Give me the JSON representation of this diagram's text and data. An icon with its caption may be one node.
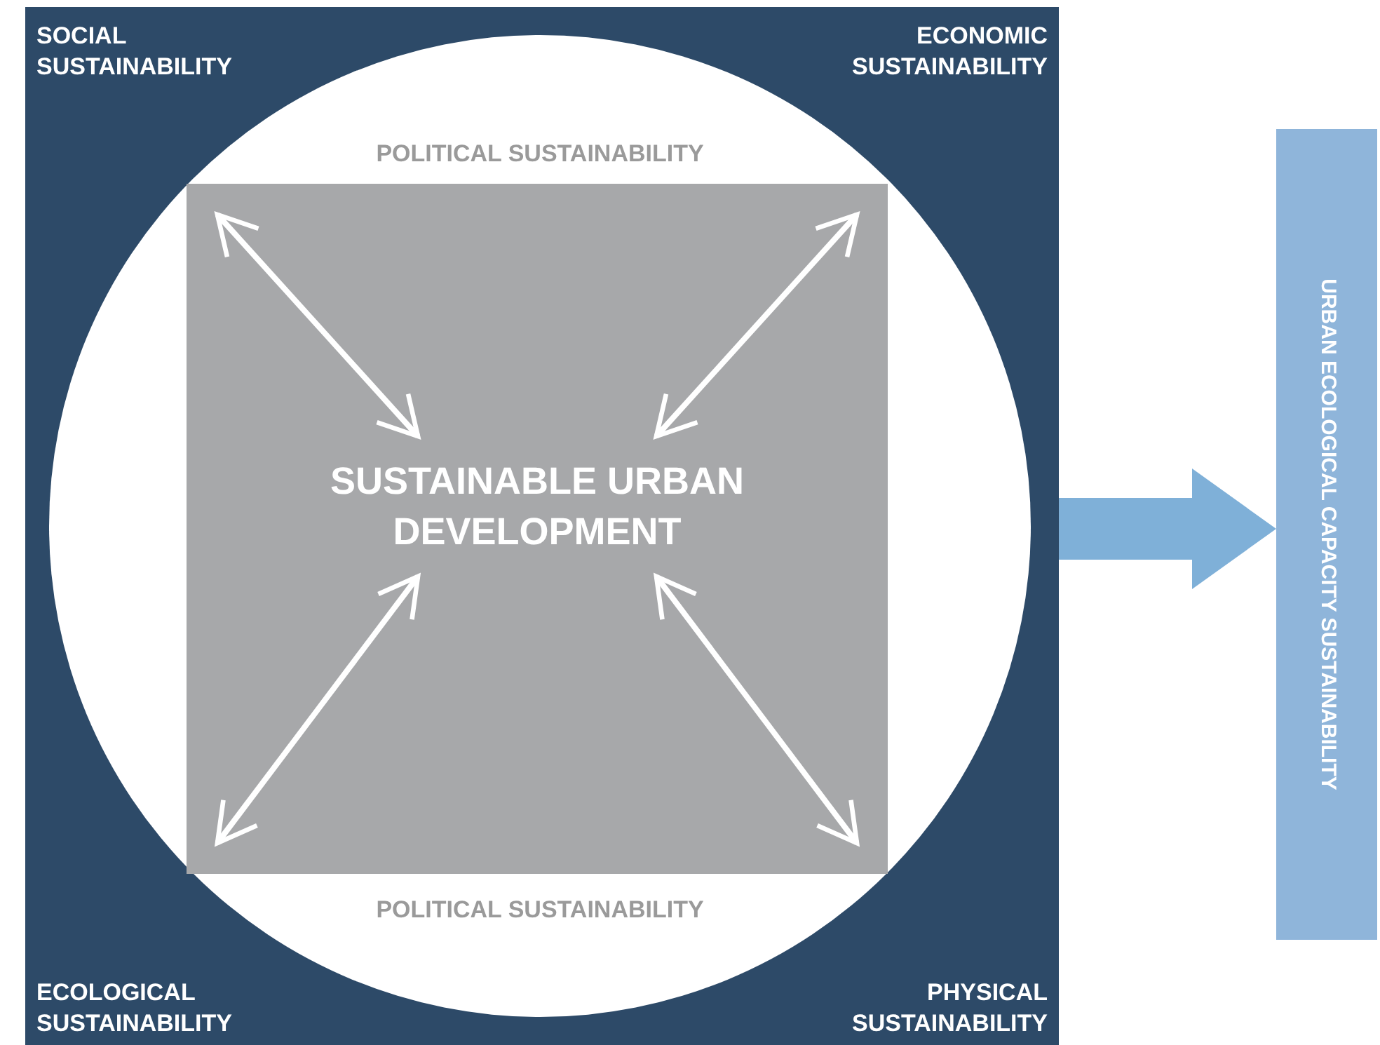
{
  "diagram": {
    "nodes": [
      {
        "text": [],
        "shape": "box"
      },
      {
        "text": [
          "SOCIAL SUSTAINABILITY"
        ],
        "in": 0
      },
      {
        "text": [
          "ECONOMIC SUSTAINABILITY"
        ],
        "in": 0
      },
      {
        "text": [
          "ECOLOGICAL SUSTAINABILITY"
        ],
        "in": 0
      },
      {
        "text": [
          "PHYSICAL SUSTAINABILITY"
        ],
        "in": 0
      },
      {
        "text": [
          "POLITICAL SUSTAINABILITY",
          "POLITICAL SUSTAINABILITY"
        ],
        "in": 0
      },
      {
        "text": [],
        "shape": "box",
        "in": 5
      },
      {
        "text": [
          "SUSTAINABLE URBAN DEVELOPMENT"
        ],
        "in": 6
      },
      {
        "text": [
          "URBAN ECOLOGICAL CAPACITY SUSTAINABILITY"
        ]
      }
    ],
    "edges": [
      {
        "from": 6,
        "to": 7,
        "arrow": "both"
      },
      {
        "from": 6,
        "to": 7,
        "arrow": "both"
      },
      {
        "from": 6,
        "to": 7,
        "arrow": "both"
      },
      {
        "from": 6,
        "to": 7,
        "arrow": "both"
      },
      {
        "from": 0,
        "to": 8,
        "arrow": "to",
        "style": "thick",
        "color": "#7fb0d8"
      }
    ]
  }
}
